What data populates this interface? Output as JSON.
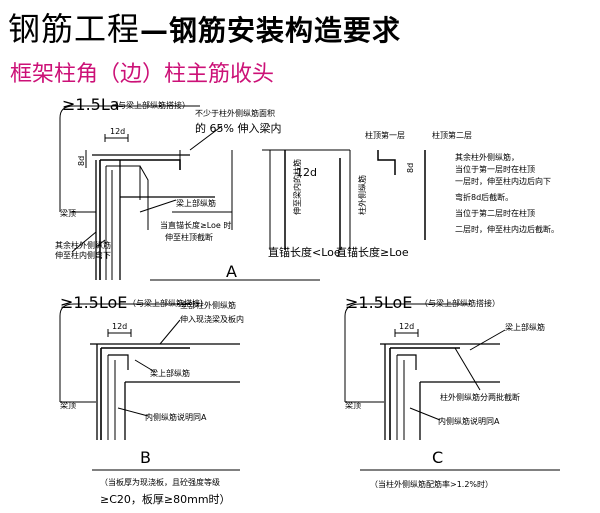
{
  "header": {
    "title_part1": "钢筋工程",
    "title_part2": "—钢筋安装构造要求",
    "subtitle": "框架柱角（边）柱主筋收头"
  },
  "diagram_a": {
    "label": "A",
    "top_anchor": "≥1.5La",
    "top_anchor_note": "（与梁上部纵筋搭接）",
    "note_top_line1": "不少于柱外侧纵筋面积",
    "note_top_line2": "的 65%  伸入梁内",
    "dim_12d": "12d",
    "dim_8d": "8d",
    "beam_top": "梁顶",
    "beam_upper_bar": "梁上部纵筋",
    "col_inner_note_line1": "其余柱外侧纵筋",
    "col_inner_note_line2": "伸至柱内侧弯下",
    "when_line1": "当直锚长度≥Loe 时",
    "when_line2": "伸至柱顶截断",
    "mid_12d": "12d",
    "left_vert": "伸至梁内的柱筋",
    "right_vert": "柱外侧纵筋",
    "loe_left": "直锚长度<Loe",
    "loe_right": "直锚长度≥Loe",
    "cut_1": "柱顶第一层",
    "cut_2": "柱顶第二层",
    "right_note_line1": "其余柱外侧纵筋，",
    "right_note_line2": "当位于第一层时在柱顶",
    "right_note_line3": "一层时，伸至柱内边后向下",
    "right_note_line4": "弯折8d后截断。",
    "right_note_line5": "当位于第二层时在柱顶",
    "right_note_line6": "二层时，伸至柱内边后截断。"
  },
  "diagram_b": {
    "label": "B",
    "top_anchor": "≥1.5LoE",
    "top_anchor_note": "（与梁上部纵筋搭接）",
    "note_line1": "全部柱外侧纵筋",
    "note_line2": "伸入现浇梁及板内",
    "dim_12d": "12d",
    "beam_top": "梁顶",
    "beam_upper_bar": "梁上部纵筋",
    "inner_note": "内侧纵筋说明同A",
    "bottom_note_line1": "（当板厚为现浇板，且砼强度等级",
    "bottom_note_line2": "≥C20，板厚≥80mm时）"
  },
  "diagram_c": {
    "label": "C",
    "top_anchor": "≥1.5LoE",
    "top_anchor_note": "（与梁上部纵筋搭接）",
    "dim_12d": "12d",
    "beam_top": "梁顶",
    "beam_upper_bar": "梁上部纵筋",
    "outer_note": "柱外侧纵筋分两批截断",
    "inner_note": "内侧纵筋说明同A",
    "bottom_note": "（当柱外侧纵筋配筋率>1.2%时）"
  }
}
